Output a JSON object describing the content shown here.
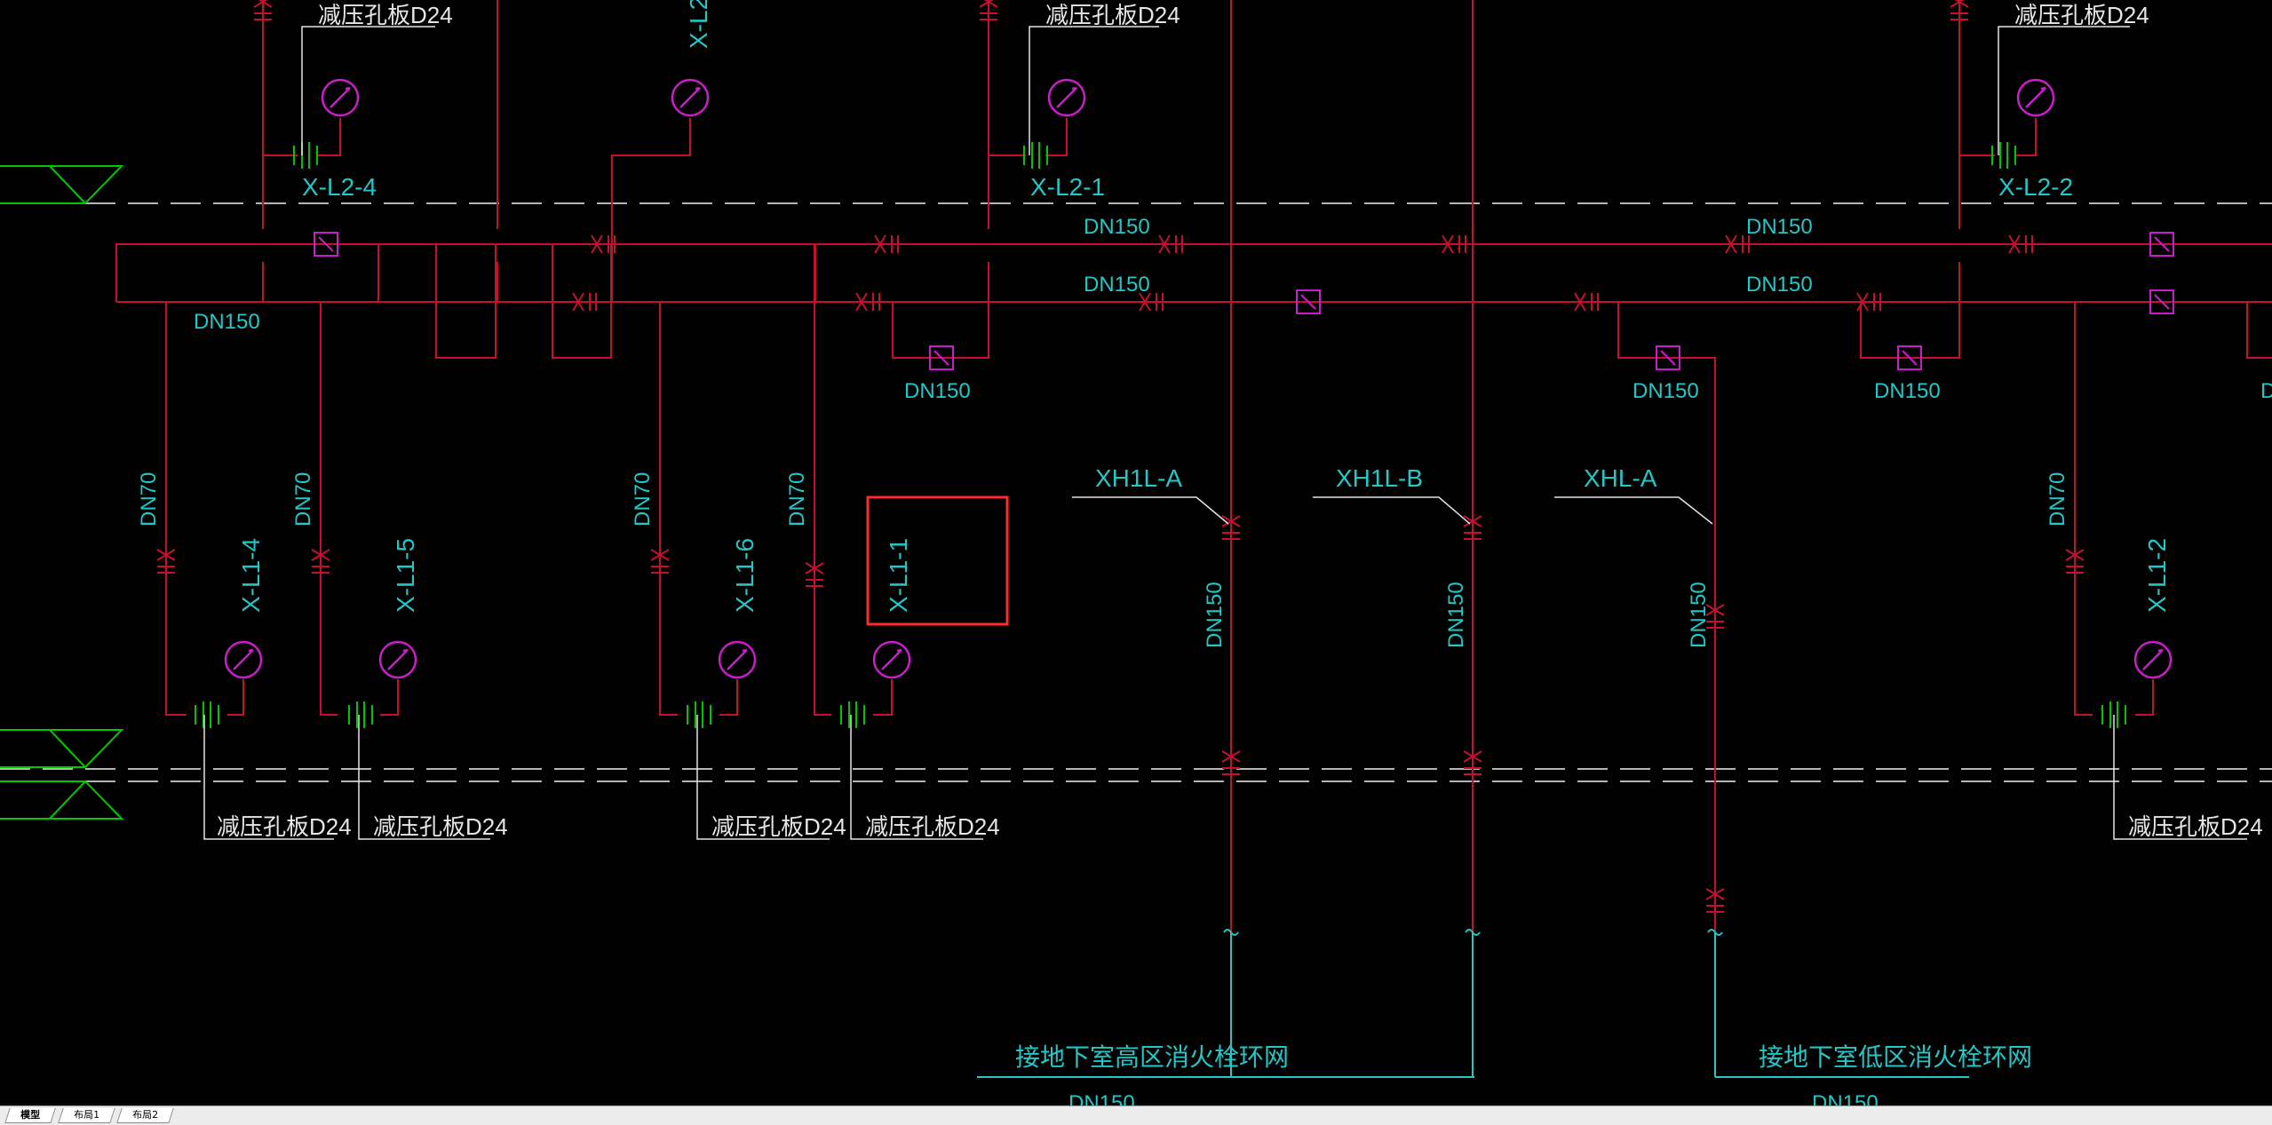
{
  "colors": {
    "background": "#000000",
    "pipe": "#c8102e",
    "text": "#22c7c7",
    "valve": "#c81dc8",
    "fixture": "#00c800",
    "highlight": "#ff2a2a",
    "leader": "#e6e6e6",
    "dashed": "#b5b5b5"
  },
  "drawing": {
    "plates": {
      "p1": "减压孔板D24"
    },
    "risers": {
      "l24": "X-L2-4",
      "l2top": "X-L2",
      "l21": "X-L2-1",
      "l22": "X-L2-2",
      "l14": "X-L1-4",
      "l15": "X-L1-5",
      "l16": "X-L1-6",
      "l11": "X-L1-1",
      "l12": "X-L1-2"
    },
    "mains": {
      "a": "XH1L-A",
      "b": "XH1L-B",
      "c": "XHL-A"
    },
    "sizes": {
      "dn150": "DN150",
      "dn70": "DN70",
      "d": "D"
    },
    "notes": {
      "high": "接地下室高区消火栓环网",
      "low": "接地下室低区消火栓环网"
    }
  },
  "tabs": {
    "model": "模型",
    "layout1": "布局1",
    "layout2": "布局2"
  }
}
